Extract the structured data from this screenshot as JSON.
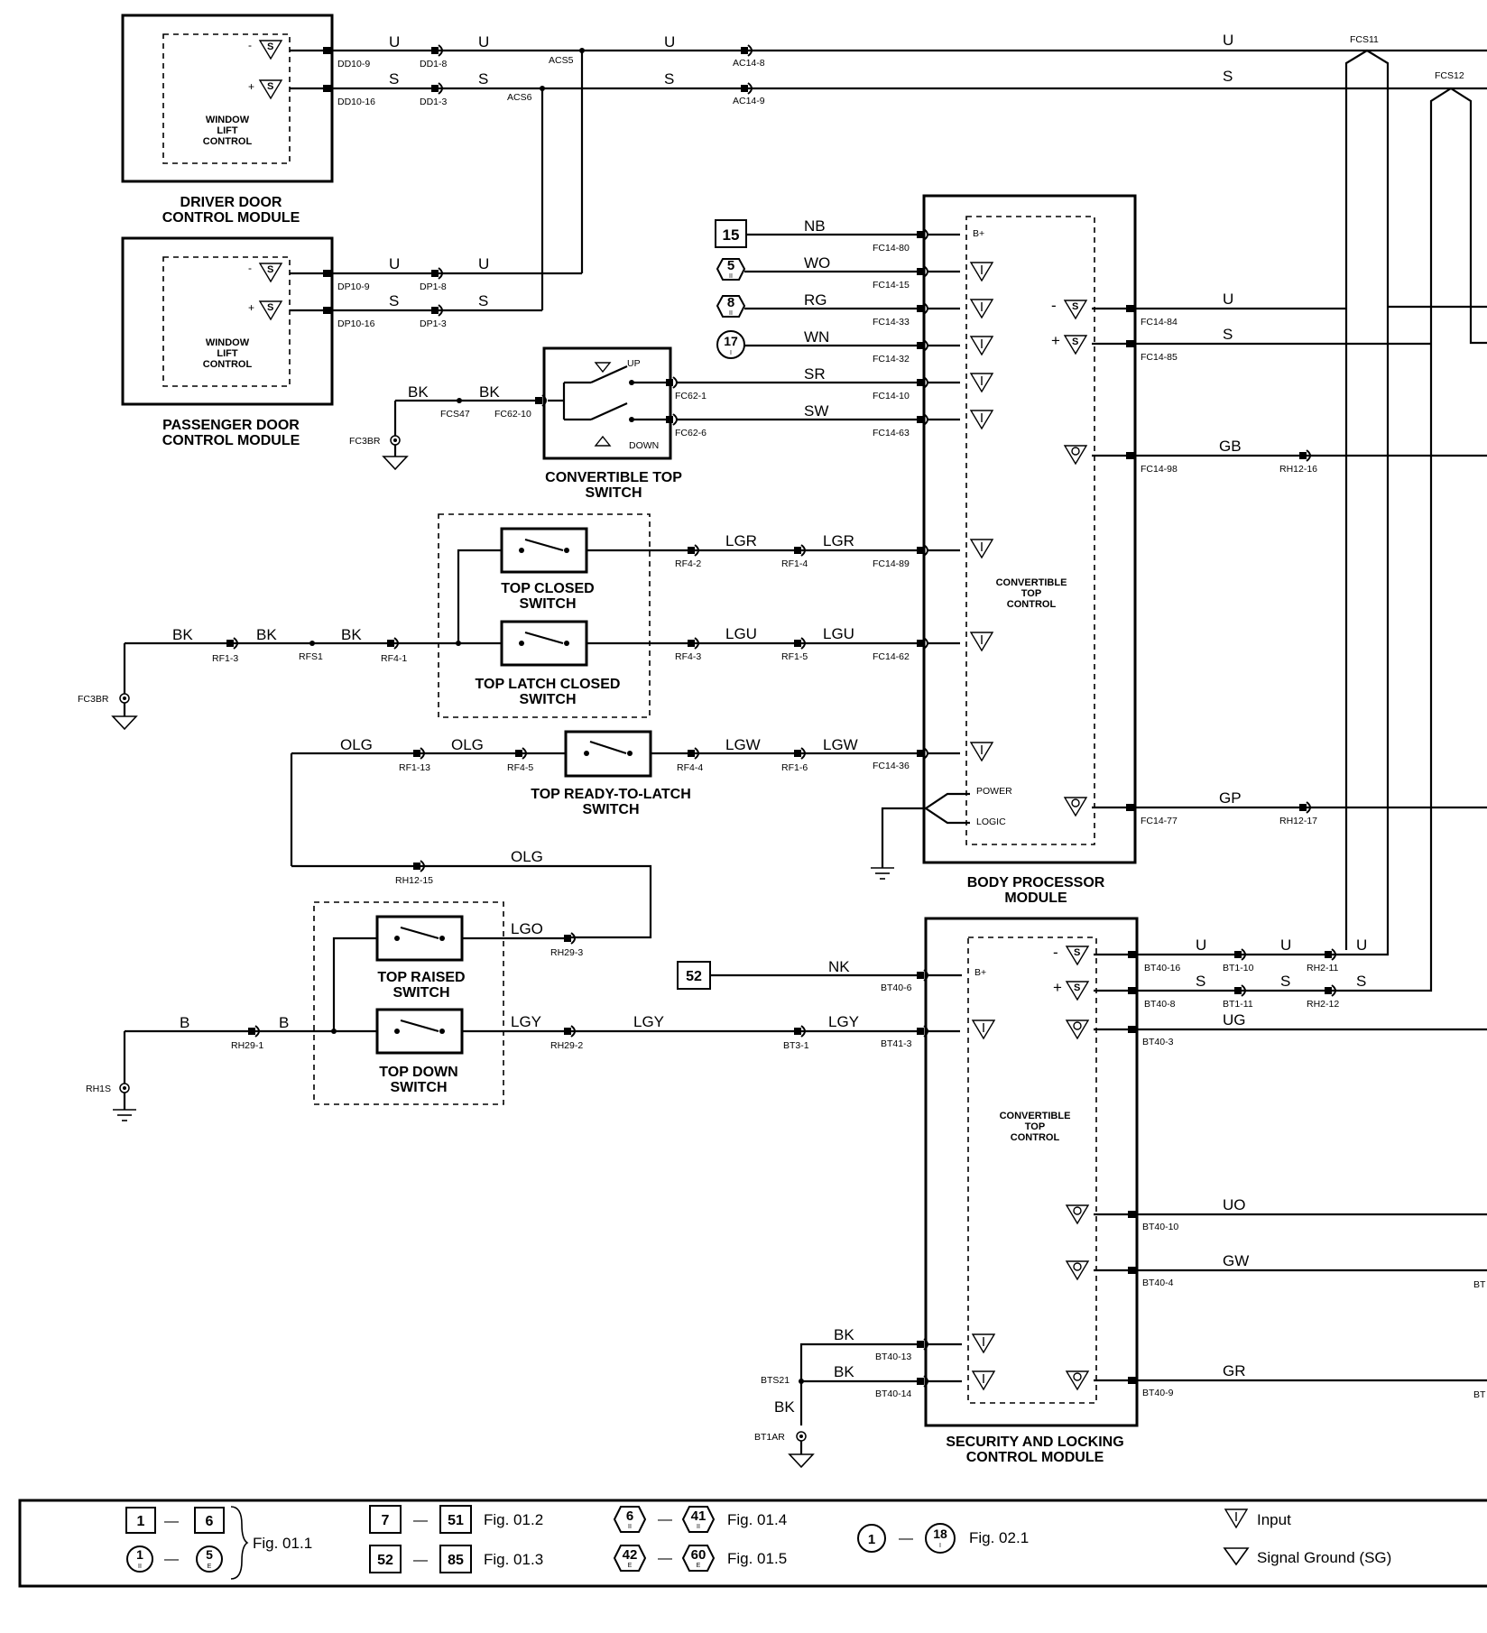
{
  "modules": {
    "driver_door": "DRIVER DOOR\nCONTROL MODULE",
    "passenger_door": "PASSENGER DOOR\nCONTROL MODULE",
    "window_lift": "WINDOW\nLIFT\nCONTROL",
    "body_processor": "BODY PROCESSOR\nMODULE",
    "conv_top_control": "CONVERTIBLE\nTOP\nCONTROL",
    "security_locking": "SECURITY AND LOCKING\nCONTROL MODULE",
    "power": "POWER",
    "logic": "LOGIC",
    "bplus": "B+"
  },
  "switches": {
    "conv_top": "CONVERTIBLE TOP\nSWITCH",
    "up": "UP",
    "down": "DOWN",
    "top_closed": "TOP CLOSED\nSWITCH",
    "top_latch_closed": "TOP LATCH CLOSED\nSWITCH",
    "top_ready": "TOP READY-TO-LATCH\nSWITCH",
    "top_raised": "TOP RAISED\nSWITCH",
    "top_down": "TOP DOWN\nSWITCH"
  },
  "supply": {
    "s15": "15",
    "c5": "5",
    "c5sub": "II",
    "c8": "8",
    "c8sub": "II",
    "c17": "17",
    "c17sub": "I",
    "s52": "52"
  },
  "wires": {
    "u": "U",
    "s": "S",
    "nb": "NB",
    "wo": "WO",
    "rg": "RG",
    "wn": "WN",
    "sr": "SR",
    "sw": "SW",
    "gb": "GB",
    "gp": "GP",
    "bk": "BK",
    "lgr": "LGR",
    "lgu": "LGU",
    "lgw": "LGW",
    "olg": "OLG",
    "lgo": "LGO",
    "lgy": "LGY",
    "b": "B",
    "nk": "NK",
    "ug": "UG",
    "uo": "UO",
    "gw": "GW",
    "gr": "GR"
  },
  "connectors": {
    "dd10_9": "DD10-9",
    "dd10_16": "DD10-16",
    "dd1_8": "DD1-8",
    "dd1_3": "DD1-3",
    "acs5": "ACS5",
    "acs6": "ACS6",
    "ac14_8": "AC14-8",
    "ac14_9": "AC14-9",
    "fcs11": "FCS11",
    "fcs12": "FCS12",
    "dp10_9": "DP10-9",
    "dp10_16": "DP10-16",
    "dp1_8": "DP1-8",
    "dp1_3": "DP1-3",
    "fc14_80": "FC14-80",
    "fc14_15": "FC14-15",
    "fc14_33": "FC14-33",
    "fc14_32": "FC14-32",
    "fc14_10": "FC14-10",
    "fc14_63": "FC14-63",
    "fc14_84": "FC14-84",
    "fc14_85": "FC14-85",
    "fc14_98": "FC14-98",
    "rh12_16": "RH12-16",
    "fc14_89": "FC14-89",
    "fc14_62": "FC14-62",
    "fc14_36": "FC14-36",
    "fc14_77": "FC14-77",
    "rh12_17": "RH12-17",
    "fc62_1": "FC62-1",
    "fc62_6": "FC62-6",
    "fc62_10": "FC62-10",
    "fcs47": "FCS47",
    "fc3br": "FC3BR",
    "rf4_2": "RF4-2",
    "rf1_4": "RF1-4",
    "rf4_3": "RF4-3",
    "rf1_5": "RF1-5",
    "rf1_3": "RF1-3",
    "rfs1": "RFS1",
    "rf4_1": "RF4-1",
    "rf1_13": "RF1-13",
    "rf4_5": "RF4-5",
    "rf4_4": "RF4-4",
    "rf1_6": "RF1-6",
    "rh12_15": "RH12-15",
    "rh29_3": "RH29-3",
    "rh29_1": "RH29-1",
    "rh29_2": "RH29-2",
    "rh1s": "RH1S",
    "bt40_16": "BT40-16",
    "bt1_10": "BT1-10",
    "rh2_11": "RH2-11",
    "bt40_8": "BT40-8",
    "bt1_11": "BT1-11",
    "rh2_12": "RH2-12",
    "bt40_6": "BT40-6",
    "bt41_3": "BT41-3",
    "bt3_1": "BT3-1",
    "bt40_3": "BT40-3",
    "bt40_10": "BT40-10",
    "bt40_4": "BT40-4",
    "bt40_9": "BT40-9",
    "bt40_13": "BT40-13",
    "bt40_14": "BT40-14",
    "bts21": "BTS21",
    "bt1ar": "BT1AR",
    "bt_edge1": "BT",
    "bt_edge2": "BT"
  },
  "legend": {
    "a1": "1",
    "a2": "6",
    "a3": "1",
    "a3sub": "II",
    "a4": "5",
    "a4sub": "E",
    "afig": "Fig. 01.1",
    "b1": "7",
    "b2": "51",
    "bfig": "Fig. 01.2",
    "c1": "52",
    "c2": "85",
    "cfig": "Fig. 01.3",
    "d1": "6",
    "d1sub": "II",
    "d2": "41",
    "d2sub": "II",
    "dfig": "Fig. 01.4",
    "e1": "42",
    "e1sub": "E",
    "e2": "60",
    "e2sub": "E",
    "efig": "Fig. 01.5",
    "f1": "1",
    "f2": "18",
    "f2sub": "I",
    "ffig": "Fig. 02.1",
    "dash": "—",
    "input": "Input",
    "signal_ground": "Signal Ground (SG)",
    "sym_i": "I",
    "sym_s": "S",
    "sym_o": "O",
    "minus": "-",
    "plus": "+"
  }
}
